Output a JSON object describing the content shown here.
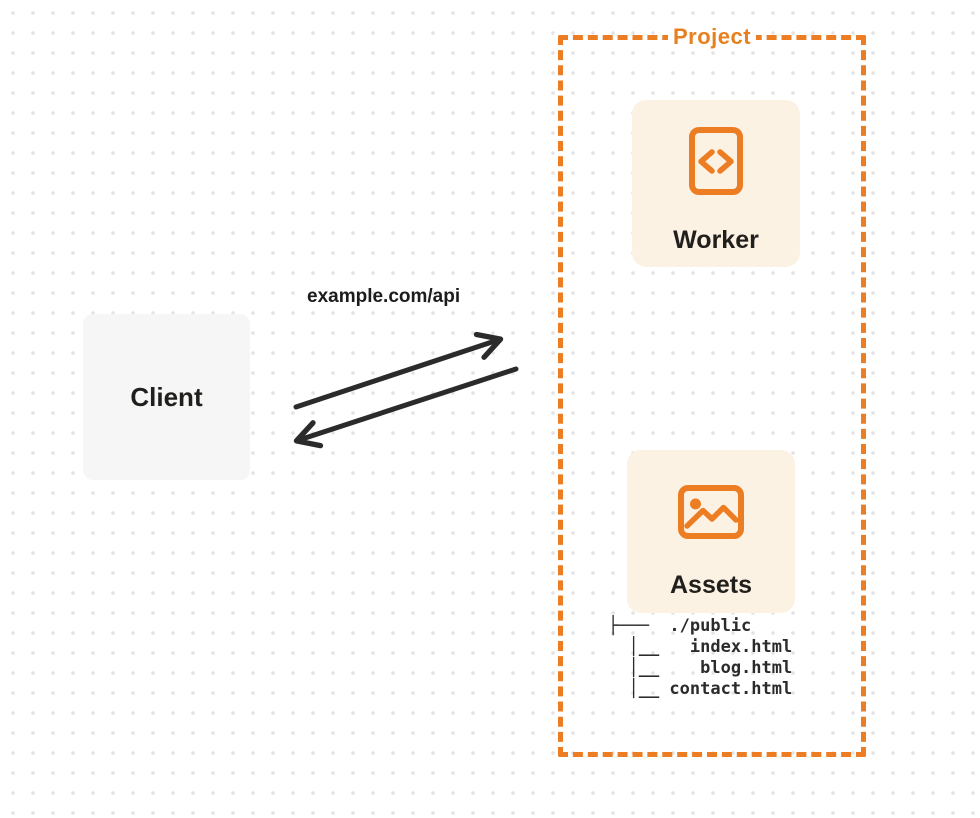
{
  "project": {
    "label": "Project",
    "accent_color": "#ed7d23",
    "node_fill_color": "#fcf2e4"
  },
  "client": {
    "label": "Client",
    "fill_color": "#f6f6f7"
  },
  "request": {
    "label": "example.com/api",
    "arrow_color": "#2b2b2b",
    "direction": "client-to-project-and-back"
  },
  "worker": {
    "label": "Worker",
    "icon": "code-brackets-file-icon"
  },
  "assets": {
    "label": "Assets",
    "icon": "image-icon",
    "file_tree_text": "├───  ./public\n  │__   index.html\n  │__    blog.html\n  │__ contact.html",
    "files": [
      "./public",
      "index.html",
      "blog.html",
      "contact.html"
    ]
  }
}
